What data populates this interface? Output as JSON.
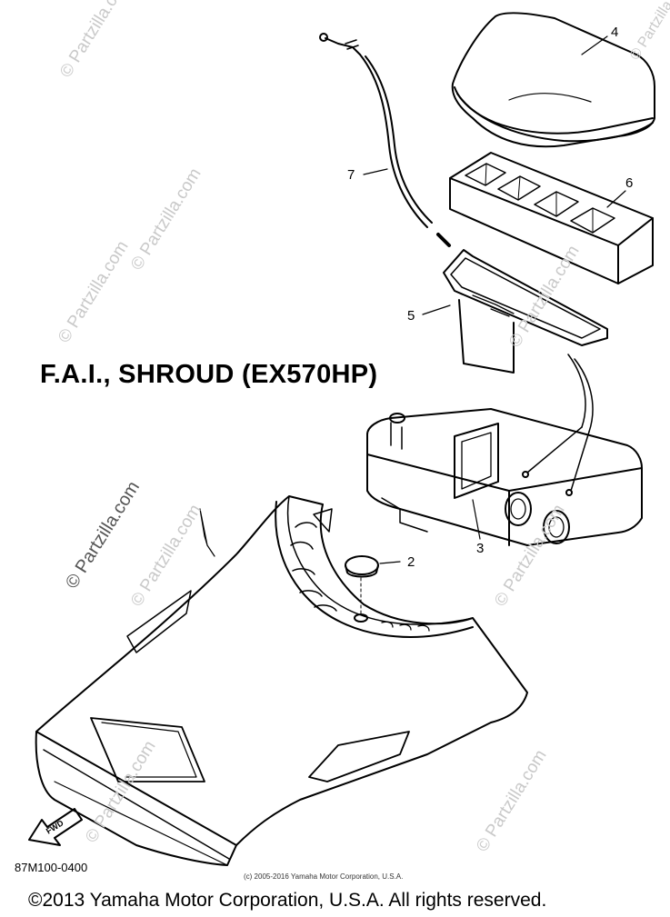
{
  "title": "F.A.I., SHROUD (EX570HP)",
  "callouts": {
    "c2": "2",
    "c3": "3",
    "c4": "4",
    "c5": "5",
    "c6": "6",
    "c7": "7"
  },
  "diagram_code": "87M100-0400",
  "small_copyright": "(c) 2005-2016 Yamaha Motor Corporation, U.S.A.",
  "copyright": "©2013 Yamaha Motor Corporation, U.S.A. All rights reserved.",
  "watermark": "© Partzilla.com",
  "front_arrow_label": "FWD",
  "colors": {
    "line": "#000000",
    "watermark": "#c9c9c9",
    "background": "#ffffff"
  }
}
